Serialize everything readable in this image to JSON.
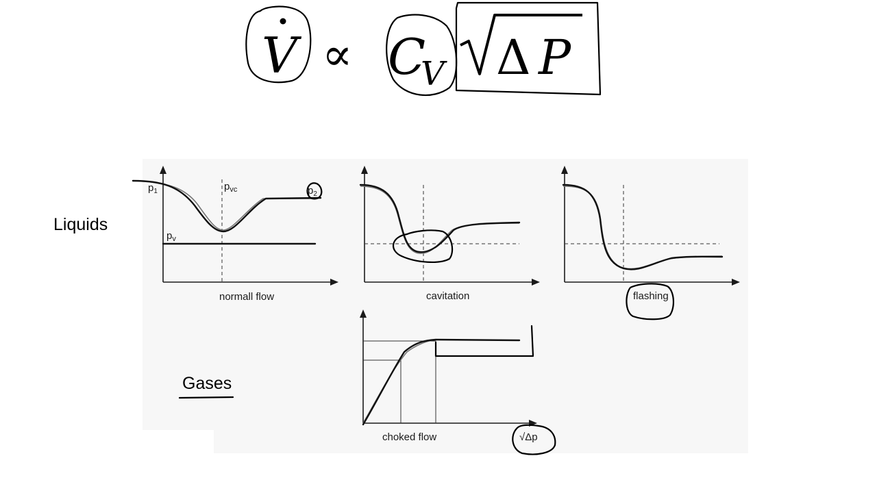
{
  "equation": {
    "flow_symbol": "V",
    "proportional_symbol": "∝",
    "coefficient": "C",
    "coefficient_subscript": "V",
    "delta_symbol": "Δ",
    "pressure_symbol": "P"
  },
  "side_labels": {
    "liquids": "Liquids",
    "gases": "Gases"
  },
  "panels": {
    "normal_flow": {
      "caption": "normall flow",
      "p1": "p",
      "p1_sub": "1",
      "pvc": "p",
      "pvc_sub": "vc",
      "pv": "p",
      "pv_sub": "v",
      "p2": "p",
      "p2_sub": "2"
    },
    "cavitation": {
      "caption": "cavitation"
    },
    "flashing": {
      "caption": "flashing"
    },
    "choked_flow": {
      "caption": "choked flow",
      "x_axis_label": "√Δp"
    }
  }
}
